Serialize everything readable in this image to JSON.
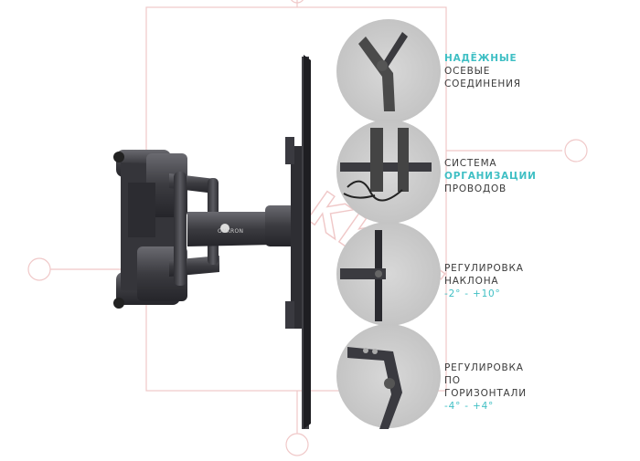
{
  "brand": {
    "name": "ONKRON",
    "watermark": "KKKT"
  },
  "colors": {
    "accent": "#3fbfc4",
    "text": "#3a3a3a",
    "metal": "#4a4a4e",
    "background": "#ffffff"
  },
  "features": [
    {
      "icon": "joint-icon",
      "lines": [
        "НАДЁЖНЫЕ",
        "ОСЕВЫЕ",
        "СОЕДИНЕНИЯ"
      ],
      "accent_line": 0
    },
    {
      "icon": "cable-management-icon",
      "line1": "СИСТЕМА",
      "line2": "ОРГАНИЗАЦИИ",
      "line3": "ПРОВОДОВ",
      "accent_line": 1
    },
    {
      "icon": "tilt-icon",
      "line1": "РЕГУЛИРОВКА",
      "line2": "НАКЛОНА",
      "range": "-2° - +10°"
    },
    {
      "icon": "swivel-icon",
      "line1": "РЕГУЛИРОВКА",
      "line2": "ПО",
      "line3": "ГОРИЗОНТАЛИ",
      "range": "-4° - +4°"
    }
  ]
}
